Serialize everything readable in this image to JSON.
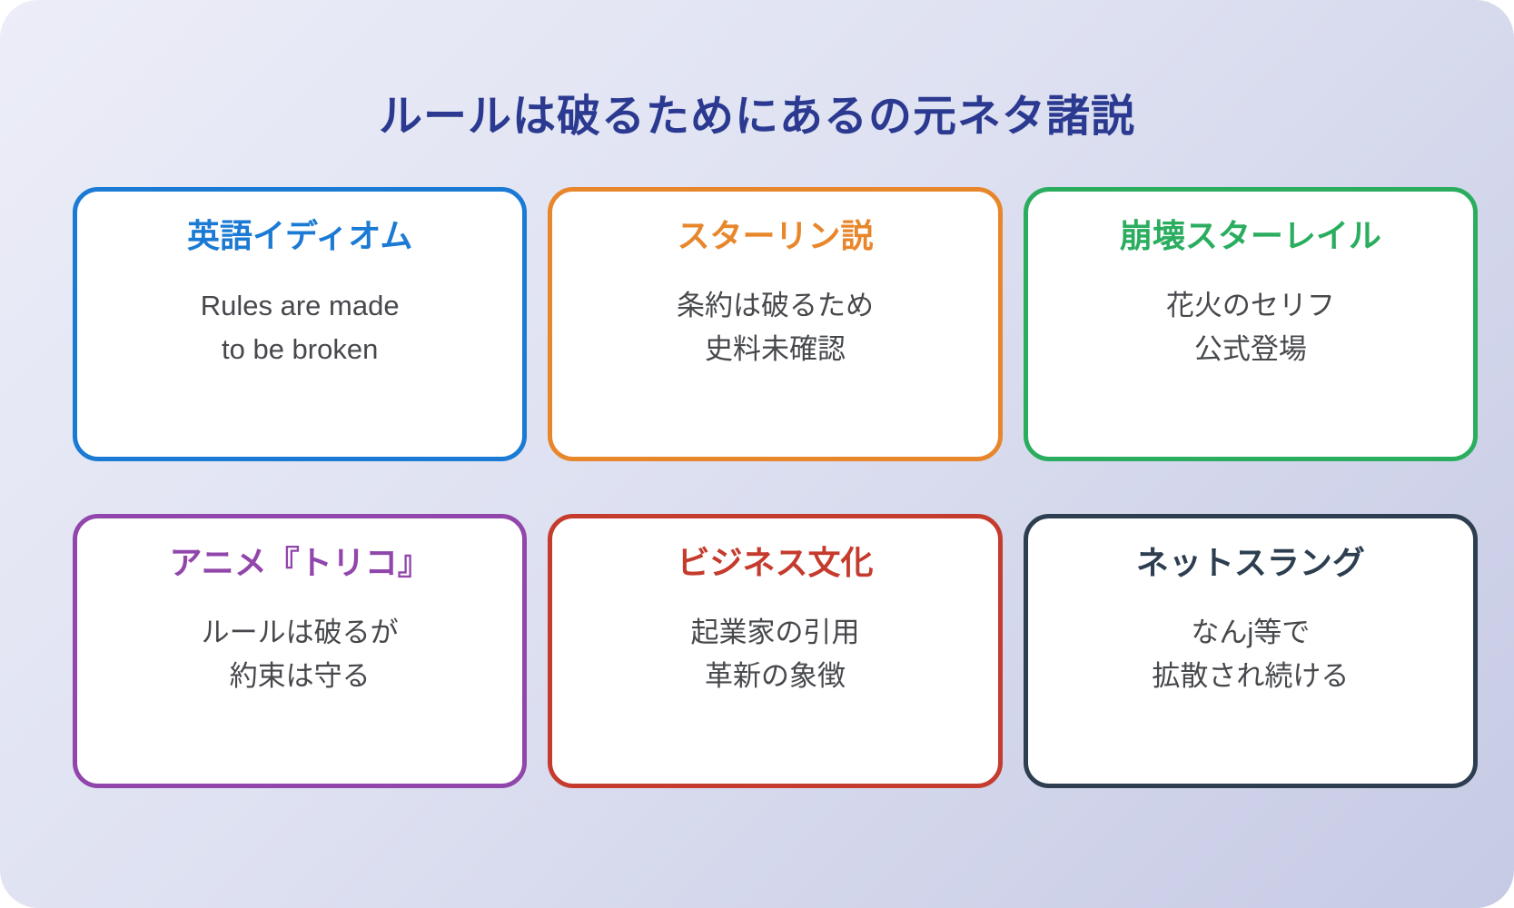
{
  "page": {
    "title": "ルールは破るためにあるの元ネタ諸説",
    "title_color": "#2b3a90",
    "background_gradient_start": "#ecedf8",
    "background_gradient_end": "#c6cae4",
    "card_background": "#ffffff",
    "body_text_color": "#46484c"
  },
  "cards": [
    {
      "title": "英語イディオム",
      "color": "#1b7ad3",
      "lines": [
        "Rules are made",
        "to be broken"
      ]
    },
    {
      "title": "スターリン説",
      "color": "#e8862b",
      "lines": [
        "条約は破るため",
        "史料未確認"
      ]
    },
    {
      "title": "崩壊スターレイル",
      "color": "#2aad5f",
      "lines": [
        "花火のセリフ",
        "公式登場"
      ]
    },
    {
      "title": "アニメ『トリコ』",
      "color": "#9146ab",
      "lines": [
        "ルールは破るが",
        "約束は守る"
      ]
    },
    {
      "title": "ビジネス文化",
      "color": "#c53b2d",
      "lines": [
        "起業家の引用",
        "革新の象徴"
      ]
    },
    {
      "title": "ネットスラング",
      "color": "#2c3e50",
      "lines": [
        "なんj等で",
        "拡散され続ける"
      ]
    }
  ]
}
